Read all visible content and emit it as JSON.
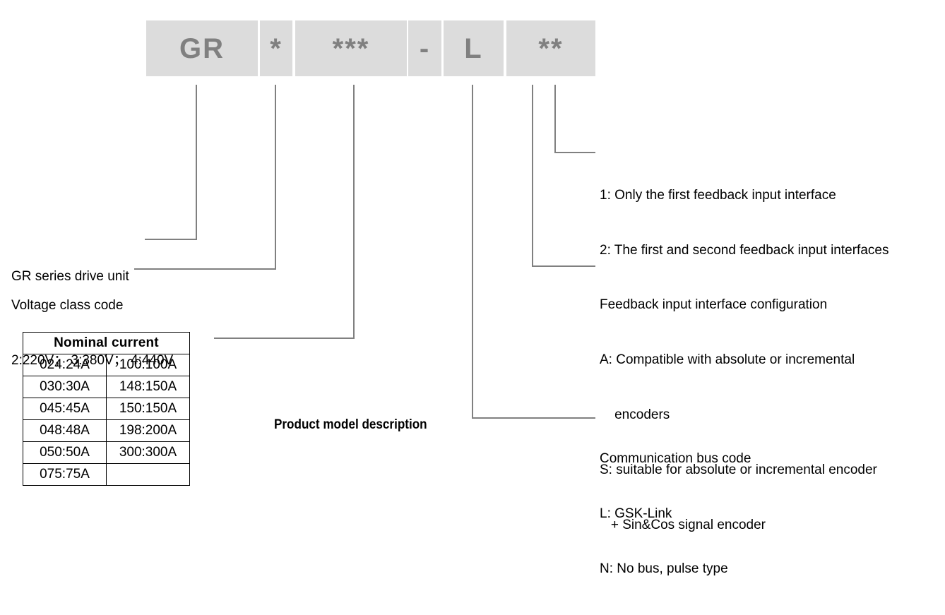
{
  "model_code": {
    "segments": [
      {
        "name": "series-prefix",
        "text": "GR"
      },
      {
        "name": "voltage-class",
        "text": "*"
      },
      {
        "name": "nominal-current",
        "text": "***"
      },
      {
        "name": "separator",
        "text": "-"
      },
      {
        "name": "communication-bus",
        "text": "L"
      },
      {
        "name": "feedback-interface",
        "text": "**"
      }
    ]
  },
  "left_labels": {
    "series": {
      "line1": "GR series drive unit"
    },
    "voltage": {
      "line1": "Voltage class code",
      "line2": "2:220V； 3:380V； 4:440V"
    }
  },
  "right_labels": {
    "feedback_count": {
      "line1": "1: Only the first feedback input interface",
      "line2": "2: The first and second feedback input interfaces"
    },
    "feedback_config": {
      "line1": "Feedback input interface configuration",
      "line2": "A: Compatible with absolute or incremental",
      "line3": "    encoders",
      "line4": "S: suitable for absolute or incremental encoder",
      "line5": "   + Sin&Cos signal encoder"
    },
    "bus_code": {
      "line1": "Communication bus code",
      "line2": "L: GSK-Link",
      "line3": "N: No bus, pulse type"
    }
  },
  "caption": {
    "text": "Product model description"
  },
  "current_table": {
    "title": "Nominal current",
    "rows": [
      {
        "left": "024:24A",
        "right": "100:100A"
      },
      {
        "left": "030:30A",
        "right": "148:150A"
      },
      {
        "left": "045:45A",
        "right": "150:150A"
      },
      {
        "left": "048:48A",
        "right": "198:200A"
      },
      {
        "left": "050:50A",
        "right": "300:300A"
      },
      {
        "left": "075:75A",
        "right": ""
      }
    ]
  },
  "colors": {
    "box_fill": "#dcdcdc",
    "box_text": "#808080",
    "leader_line": "#808080",
    "text": "#000000"
  }
}
